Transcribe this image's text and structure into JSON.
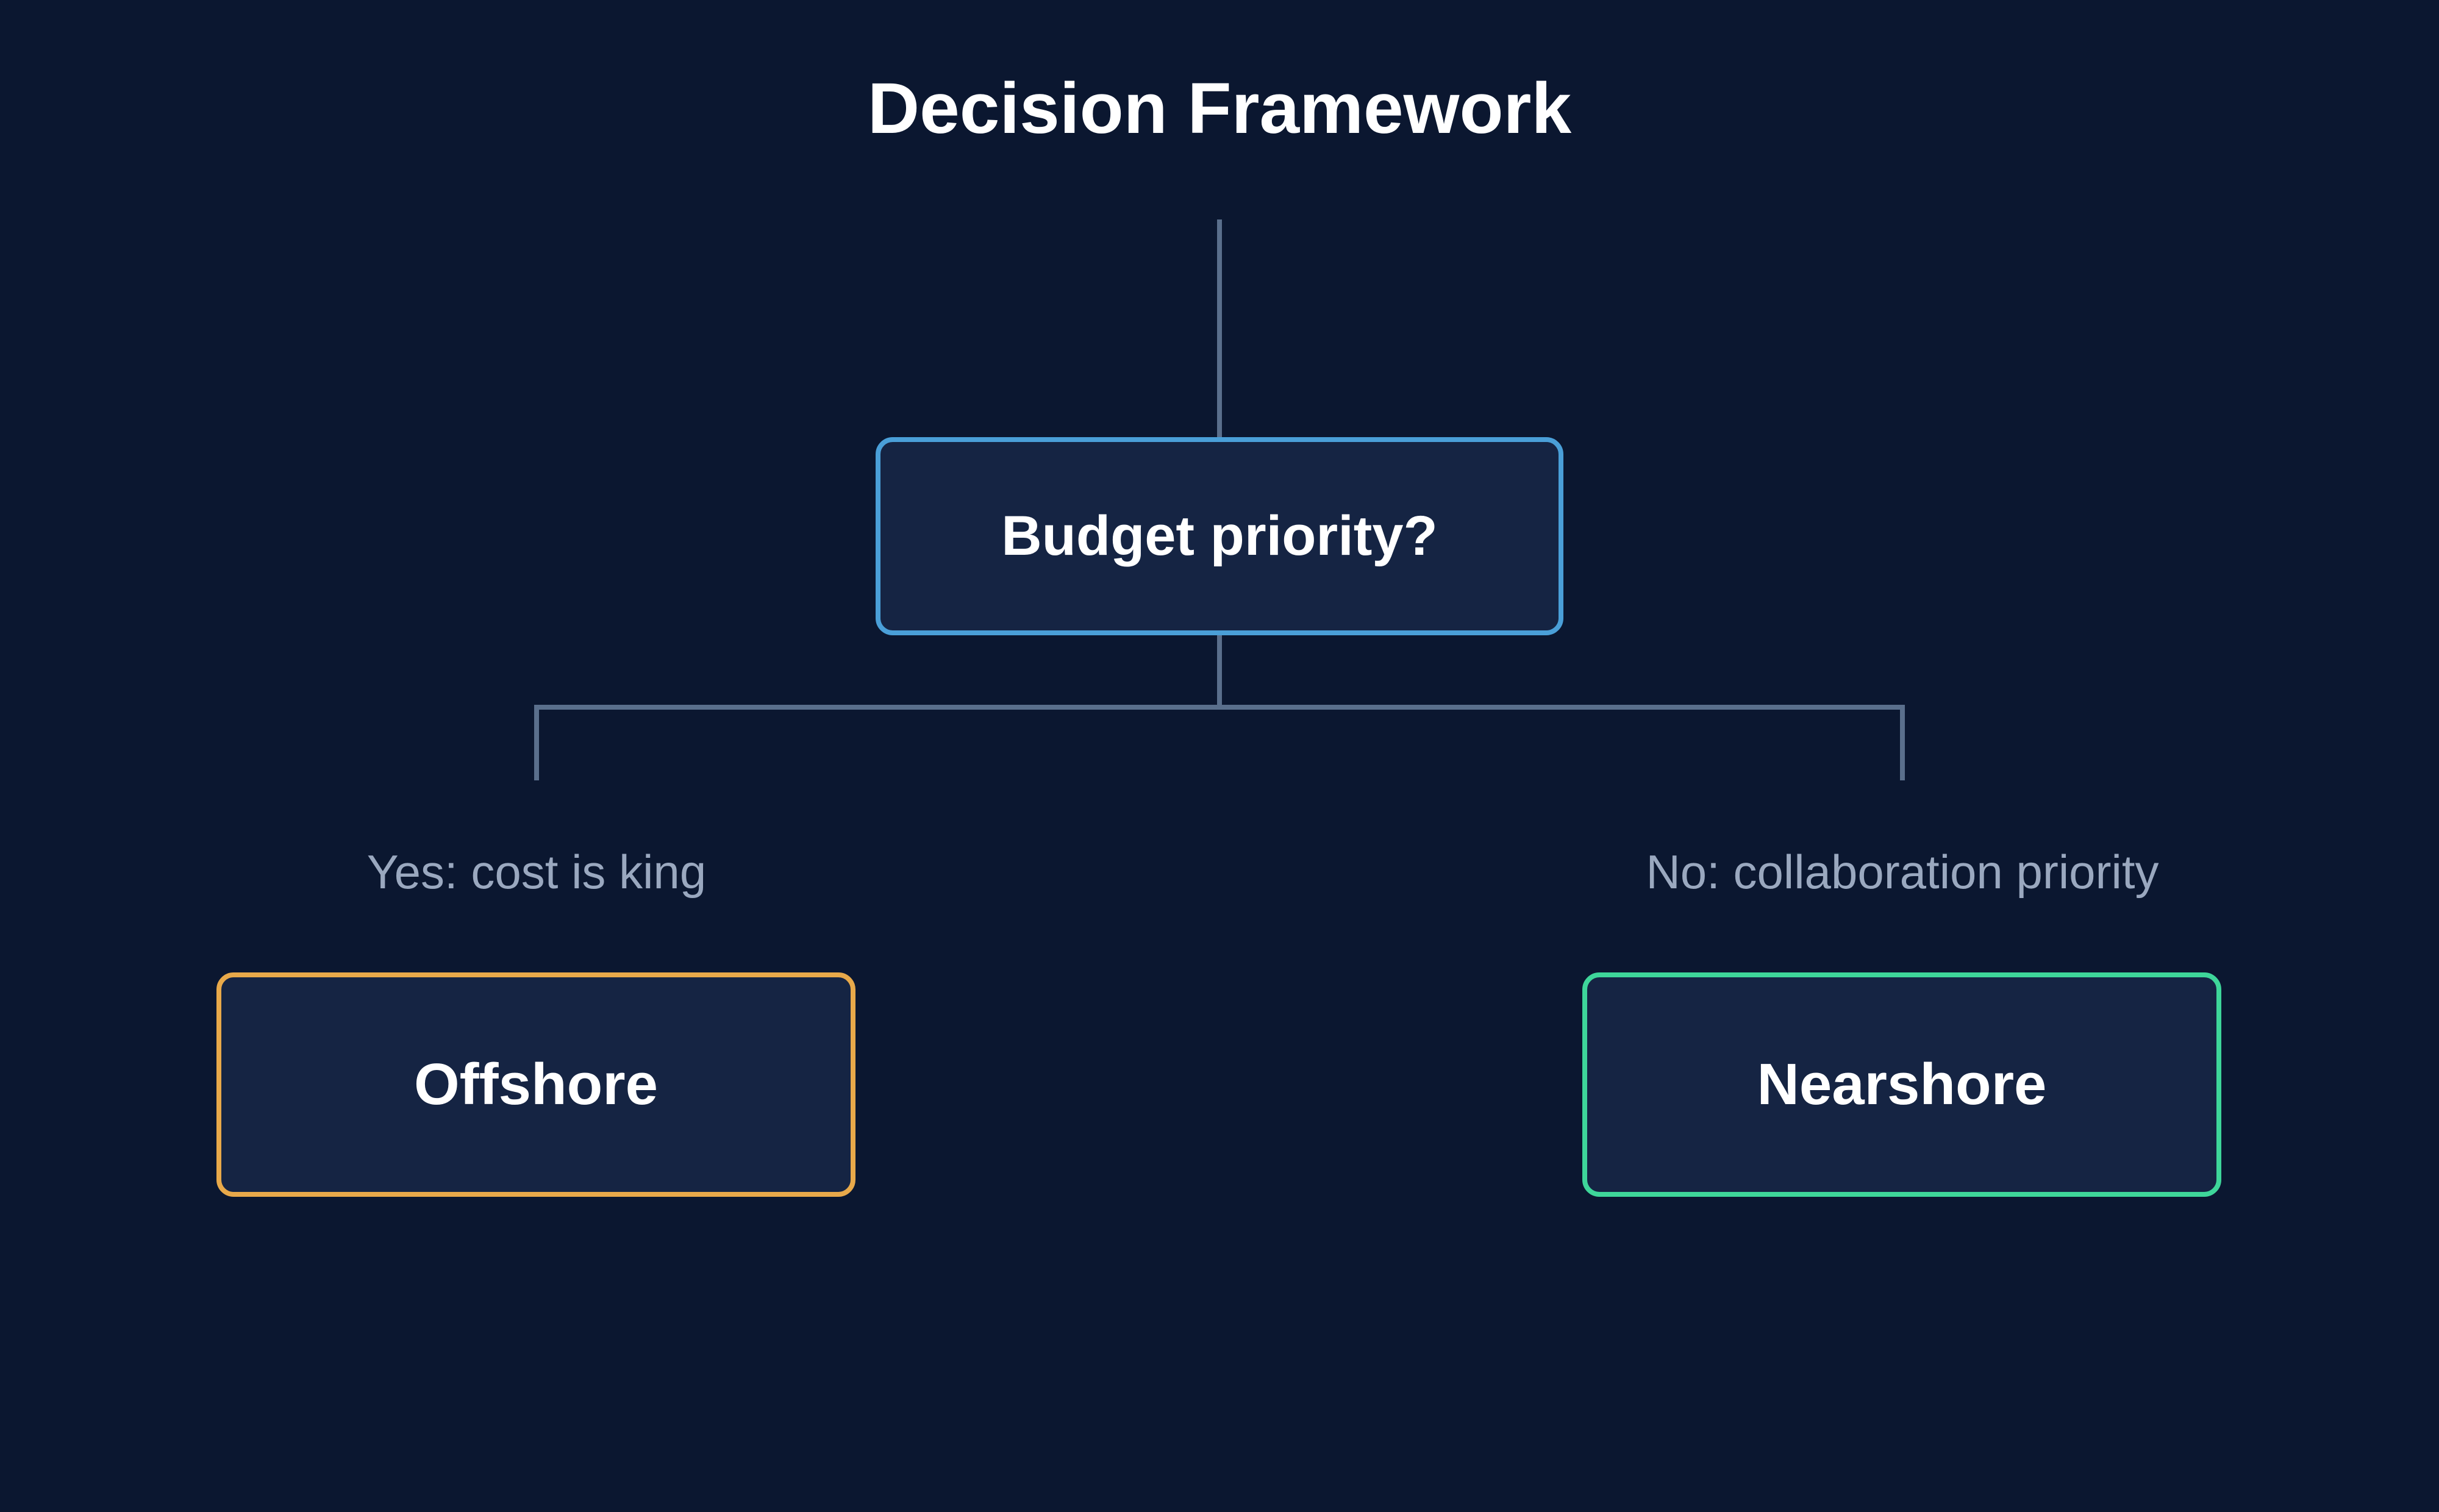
{
  "diagram": {
    "title": "Decision Framework",
    "root": {
      "label": "Budget priority?",
      "border_color": "#4a9fd8"
    },
    "branches": [
      {
        "condition": "Yes: cost is king",
        "outcome": "Offshore",
        "border_color": "#e8a94a"
      },
      {
        "condition": "No: collaboration priority",
        "outcome": "Nearshore",
        "border_color": "#3ed69a"
      }
    ]
  },
  "colors": {
    "background": "#0b1730",
    "node_fill": "#152443",
    "connector": "#5a6f8c",
    "label_text": "#9aa8bf",
    "title_text": "#ffffff"
  }
}
